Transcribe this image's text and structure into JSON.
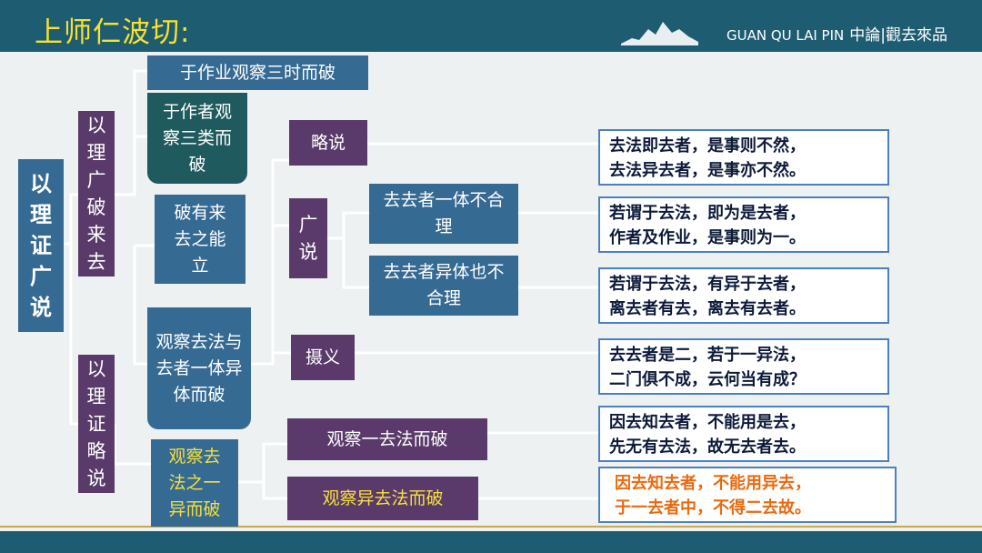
{
  "header": {
    "title": "上师仁波切:",
    "brand_en": "GUAN QU LAI PIN",
    "brand_cn": "中論|觀去來品"
  },
  "nodes": {
    "root": "以理证广说",
    "l1_guangpo": "以理广破来去",
    "l1_luepo": "以理证略说",
    "l2_sanshi": "于作业观察三时而破",
    "l2_sanlei": "于作者观察三类而破",
    "l2_nengli": "破有来去之能立",
    "l2_yiti": "观察去法与去者一体异体而破",
    "l2_yiyi": "观察去法之一异而破",
    "l3_lue": "略说",
    "l3_guang": "广说",
    "l3_sheyi": "摄义",
    "l3_yi": "观察一去法而破",
    "l3_yiqu": "观察异去法而破",
    "l4_yiti": "去去者一体不合理",
    "l4_yiti2": "去去者异体也不合理"
  },
  "verses": [
    {
      "line1": "去法即去者，是事则不然，",
      "line2": "去法异去者，是事亦不然。"
    },
    {
      "line1": "若谓于去法，即为是去者，",
      "line2": "作者及作业，是事则为一。"
    },
    {
      "line1": "若谓于去法，有异于去者，",
      "line2": "离去者有去，离去有去者。"
    },
    {
      "line1": "去去者是二，若于一异法，",
      "line2": "二门俱不成，云何当有成？"
    },
    {
      "line1": "因去知去者，不能用是去，",
      "line2": "先无有去法，故无去者去。"
    },
    {
      "line1": "因去知去者，不能用异去，",
      "line2": "于一去者中，不得二去故。"
    }
  ],
  "colors": {
    "header_bg": "#1e5c72",
    "title": "#f5e12e",
    "box_blue": "#356a92",
    "box_purple": "#5a3a6a",
    "box_teal": "#1e5a5e",
    "highlight_text": "#f6e03a",
    "orange_verse": "#e86a10",
    "verse_border": "#4a80c0"
  }
}
